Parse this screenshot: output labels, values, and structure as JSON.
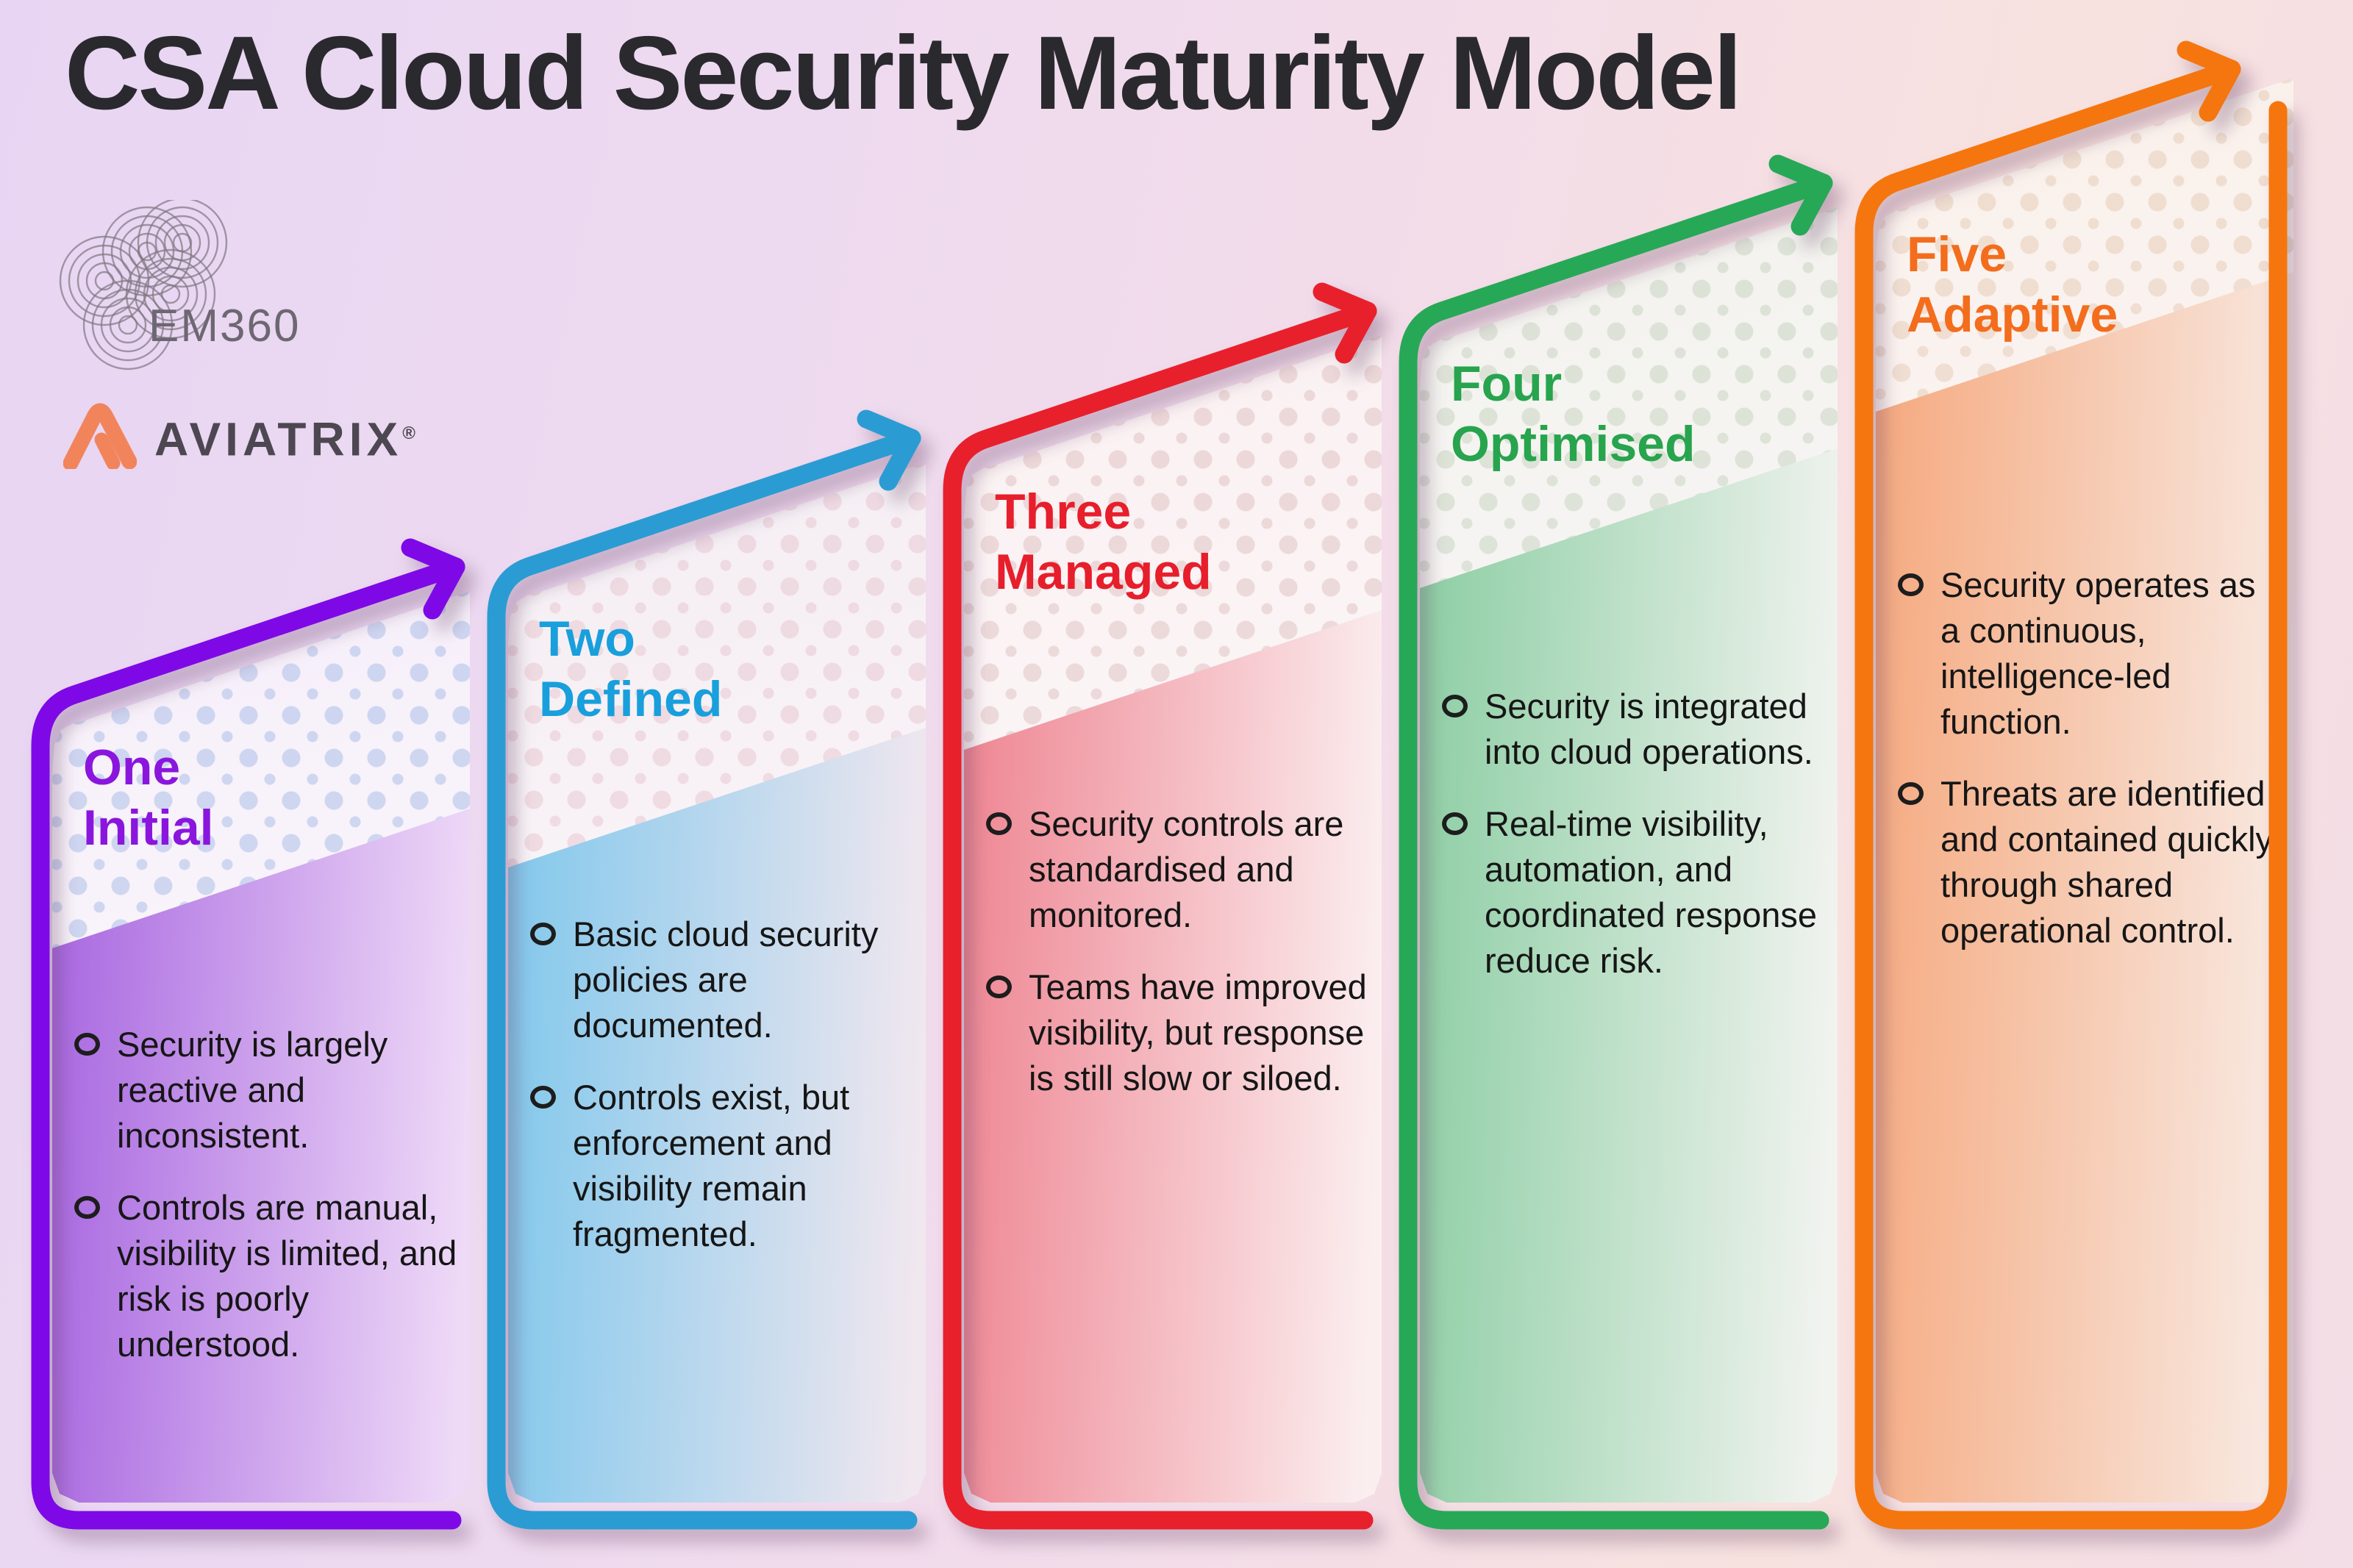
{
  "title": "CSA Cloud Security Maturity Model",
  "logos": {
    "em360_text": "EM360",
    "aviatrix_text": "AVIATRIX",
    "aviatrix_reg": "®"
  },
  "stages": [
    {
      "word": "One",
      "name": "Initial",
      "accent": "#8a16dd",
      "arrow": "#7e09e6",
      "fill_from": "#a765e0",
      "fill_to": "#eed9f7",
      "panel_bg": "#f5eefa",
      "dot": "rgba(165,185,230,0.5)",
      "bullets": [
        "Security is largely reactive and inconsistent.",
        "Controls are manual, visibility is limited, and risk is poorly understood."
      ]
    },
    {
      "word": "Two",
      "name": "Defined",
      "accent": "#189fdc",
      "arrow": "#2b9cd3",
      "fill_from": "#7fc7ec",
      "fill_to": "#f0e7ef",
      "panel_bg": "#f4edf3",
      "dot": "rgba(230,195,205,0.5)",
      "bullets": [
        "Basic cloud security policies are documented.",
        "Controls exist, but enforcement and visibility remain fragmented."
      ]
    },
    {
      "word": "Three",
      "name": "Managed",
      "accent": "#e71e2b",
      "arrow": "#e8202c",
      "fill_from": "#ee8390",
      "fill_to": "#fbeeef",
      "panel_bg": "#faf0f1",
      "dot": "rgba(225,195,195,0.55)",
      "bullets": [
        "Security controls are standardised and monitored.",
        "Teams have improved visibility, but response is still slow or siloed."
      ]
    },
    {
      "word": "Four",
      "name": "Optimised",
      "accent": "#27a44d",
      "arrow": "#27a857",
      "fill_from": "#8acda2",
      "fill_to": "#f1f3ef",
      "panel_bg": "#f2f2ed",
      "dot": "rgba(205,215,198,0.6)",
      "bullets": [
        "Security is integrated into cloud operations.",
        "Real-time visibility, automation, and coordinated response reduce risk."
      ]
    },
    {
      "word": "Five",
      "name": "Adaptive",
      "accent": "#f36d1d",
      "arrow": "#f5760e",
      "fill_from": "#f5a87d",
      "fill_to": "#f8eae3",
      "panel_bg": "#faf0ea",
      "dot": "rgba(230,205,185,0.55)",
      "bullets": [
        "Security operates as a continuous, intelligence-led function.",
        "Threats are identified and contained quickly through shared operational control."
      ]
    }
  ]
}
